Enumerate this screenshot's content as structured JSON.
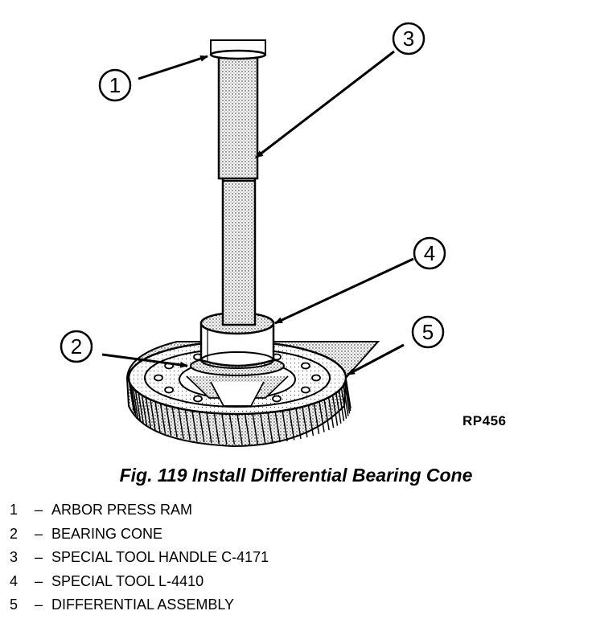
{
  "figure": {
    "callouts": [
      "1",
      "2",
      "3",
      "4",
      "5"
    ],
    "reference_code": "RP456",
    "caption": "Fig. 119 Install Differential Bearing Cone",
    "legend": [
      {
        "number": "1",
        "separator": "–",
        "text": "ARBOR PRESS RAM"
      },
      {
        "number": "2",
        "separator": "–",
        "text": "BEARING CONE"
      },
      {
        "number": "3",
        "separator": "–",
        "text": "SPECIAL TOOL HANDLE C-4171"
      },
      {
        "number": "4",
        "separator": "–",
        "text": "SPECIAL TOOL L-4410"
      },
      {
        "number": "5",
        "separator": "–",
        "text": "DIFFERENTIAL ASSEMBLY"
      }
    ]
  }
}
